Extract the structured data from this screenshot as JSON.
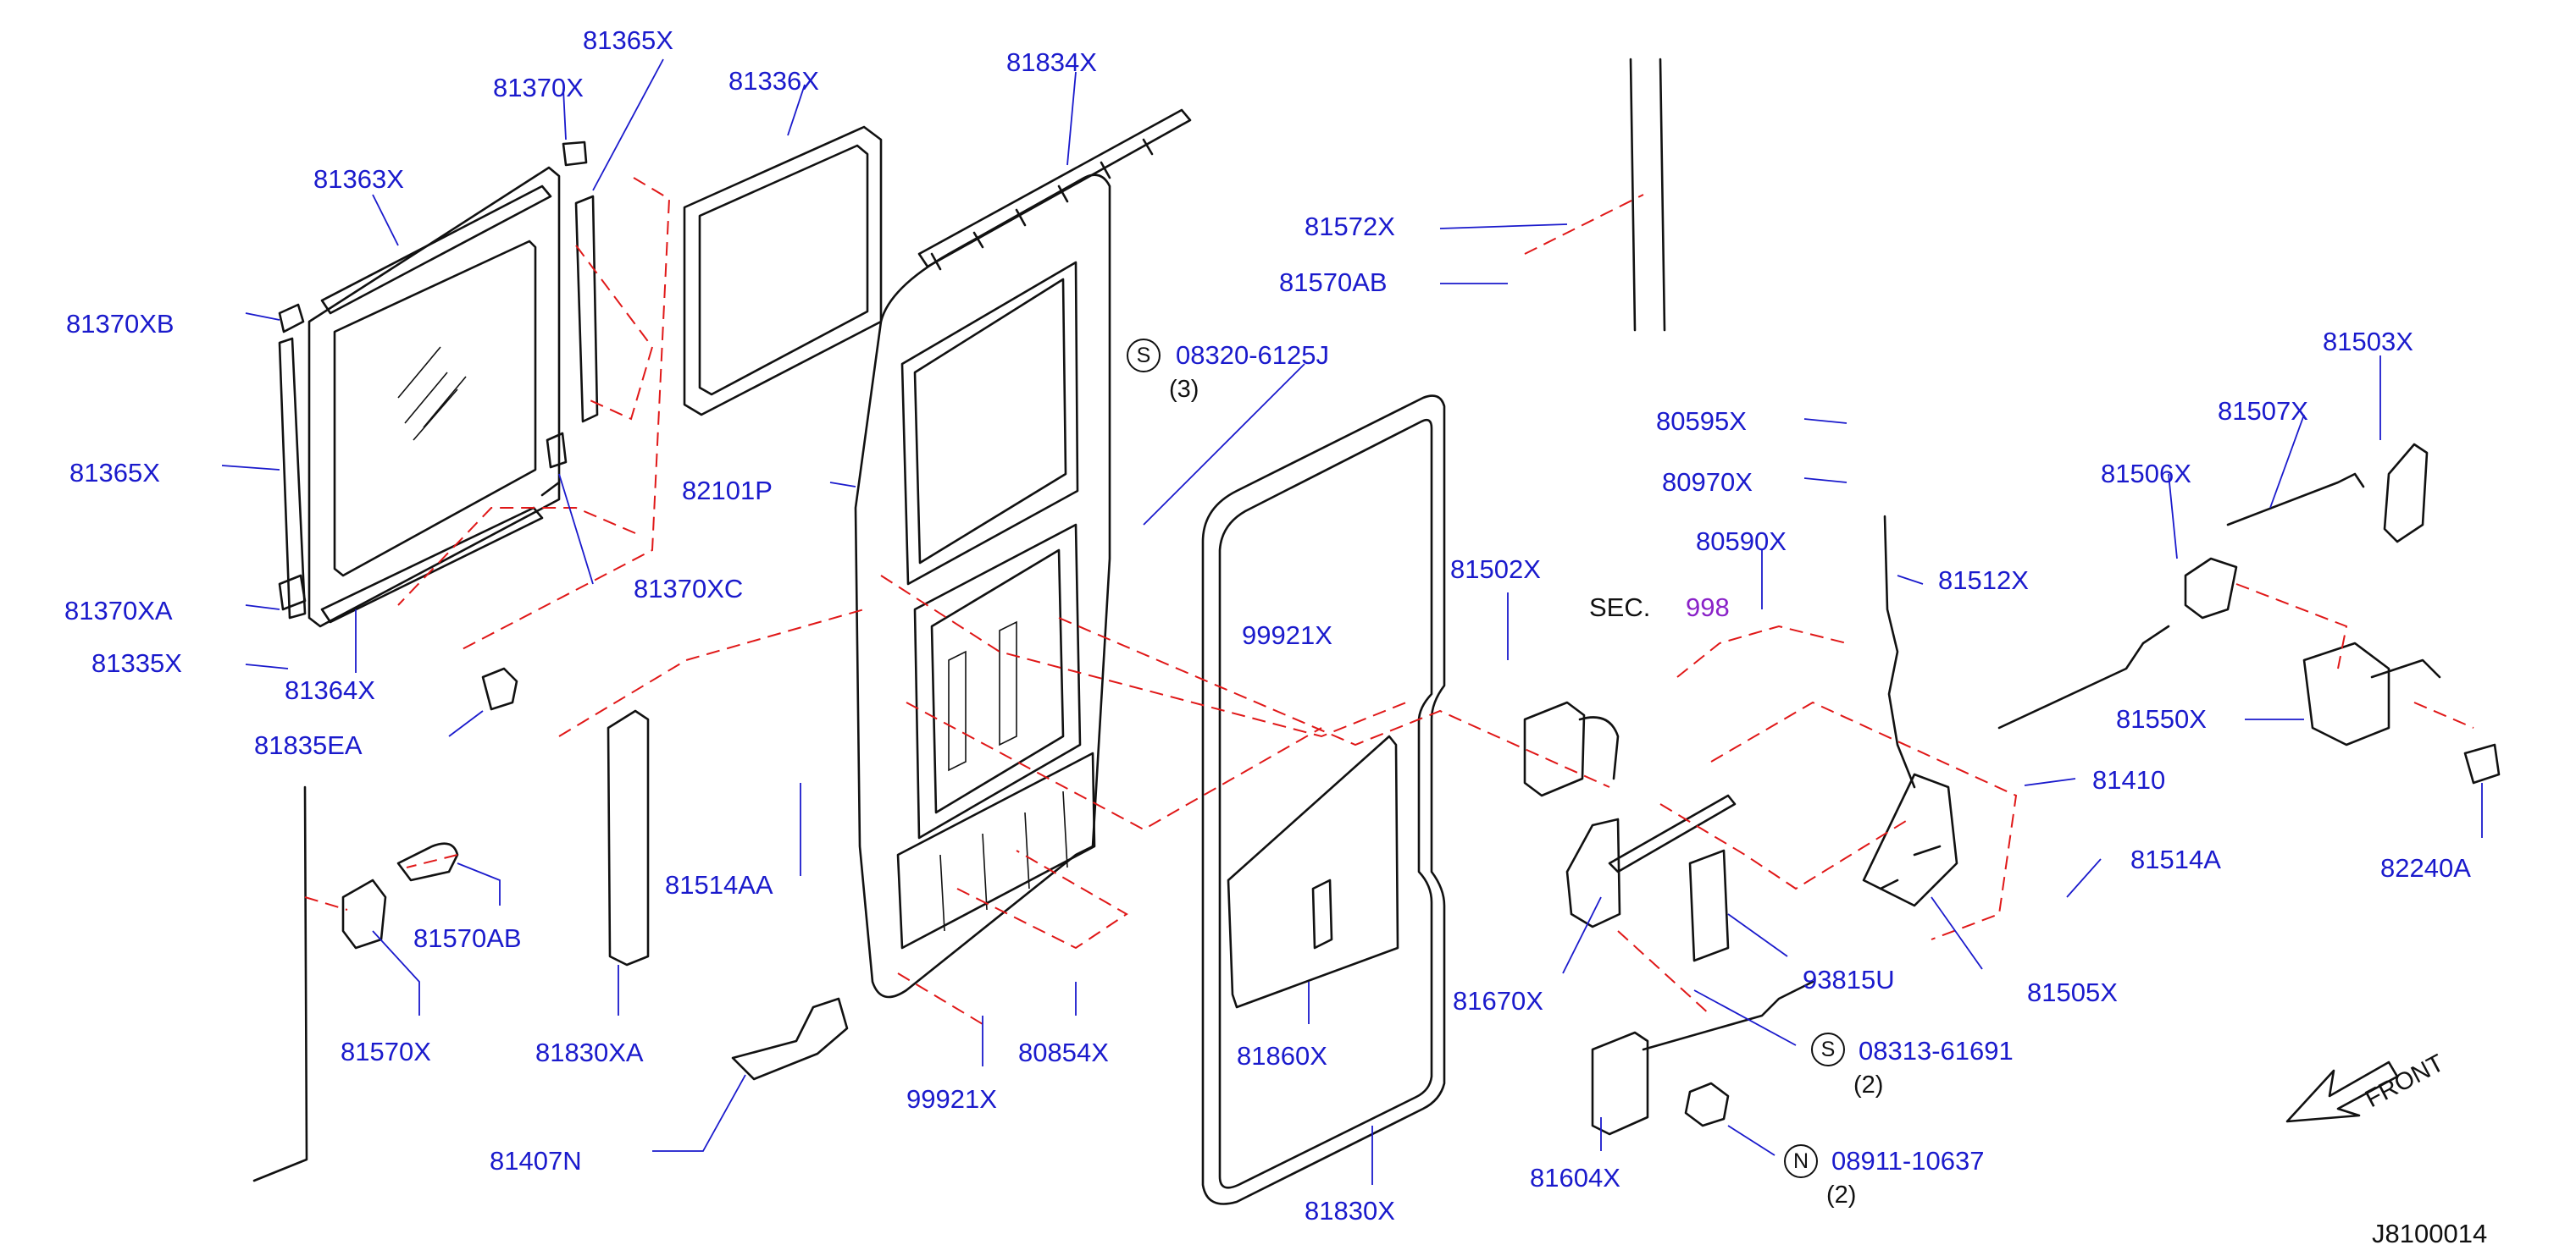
{
  "parts": {
    "p81365X_top": "81365X",
    "p81370X": "81370X",
    "p81336X": "81336X",
    "p81834X": "81834X",
    "p81363X": "81363X",
    "p81572X": "81572X",
    "p81570AB_top": "81570AB",
    "p81370XB": "81370XB",
    "p08320": "08320-6125J",
    "q08320": "(3)",
    "p81503X": "81503X",
    "p80595X": "80595X",
    "p81507X": "81507X",
    "p81365X_left": "81365X",
    "p82101P": "82101P",
    "p80970X": "80970X",
    "p81506X": "81506X",
    "p80590X": "80590X",
    "p81502X": "81502X",
    "p81512X": "81512X",
    "p81370XC": "81370XC",
    "p81370XA": "81370XA",
    "sec_label": "SEC.",
    "sec_num": "998",
    "p81335X": "81335X",
    "p99921X_top": "99921X",
    "p81364X": "81364X",
    "p81550X": "81550X",
    "p81835EA": "81835EA",
    "p81410": "81410",
    "p81514A": "81514A",
    "p82240A": "82240A",
    "p81514AA": "81514AA",
    "p81570AB_bot": "81570AB",
    "p93815U": "93815U",
    "p81505X": "81505X",
    "p81670X": "81670X",
    "p81570X": "81570X",
    "p81830XA": "81830XA",
    "p80854X": "80854X",
    "p81860X": "81860X",
    "p08313": "08313-61691",
    "q08313": "(2)",
    "p99921X_bot": "99921X",
    "p81407N": "81407N",
    "p08911": "08911-10637",
    "q08911": "(2)",
    "p81604X": "81604X",
    "p81830X": "81830X"
  },
  "badges": {
    "s1": "S",
    "s2": "S",
    "n1": "N"
  },
  "front_label": "FRONT",
  "diagram_code": "J8100014",
  "colors": {
    "part_text": "#1a1acc",
    "dashed_line": "#e01818",
    "section_ref": "#8a22c8",
    "outline": "#111111"
  }
}
